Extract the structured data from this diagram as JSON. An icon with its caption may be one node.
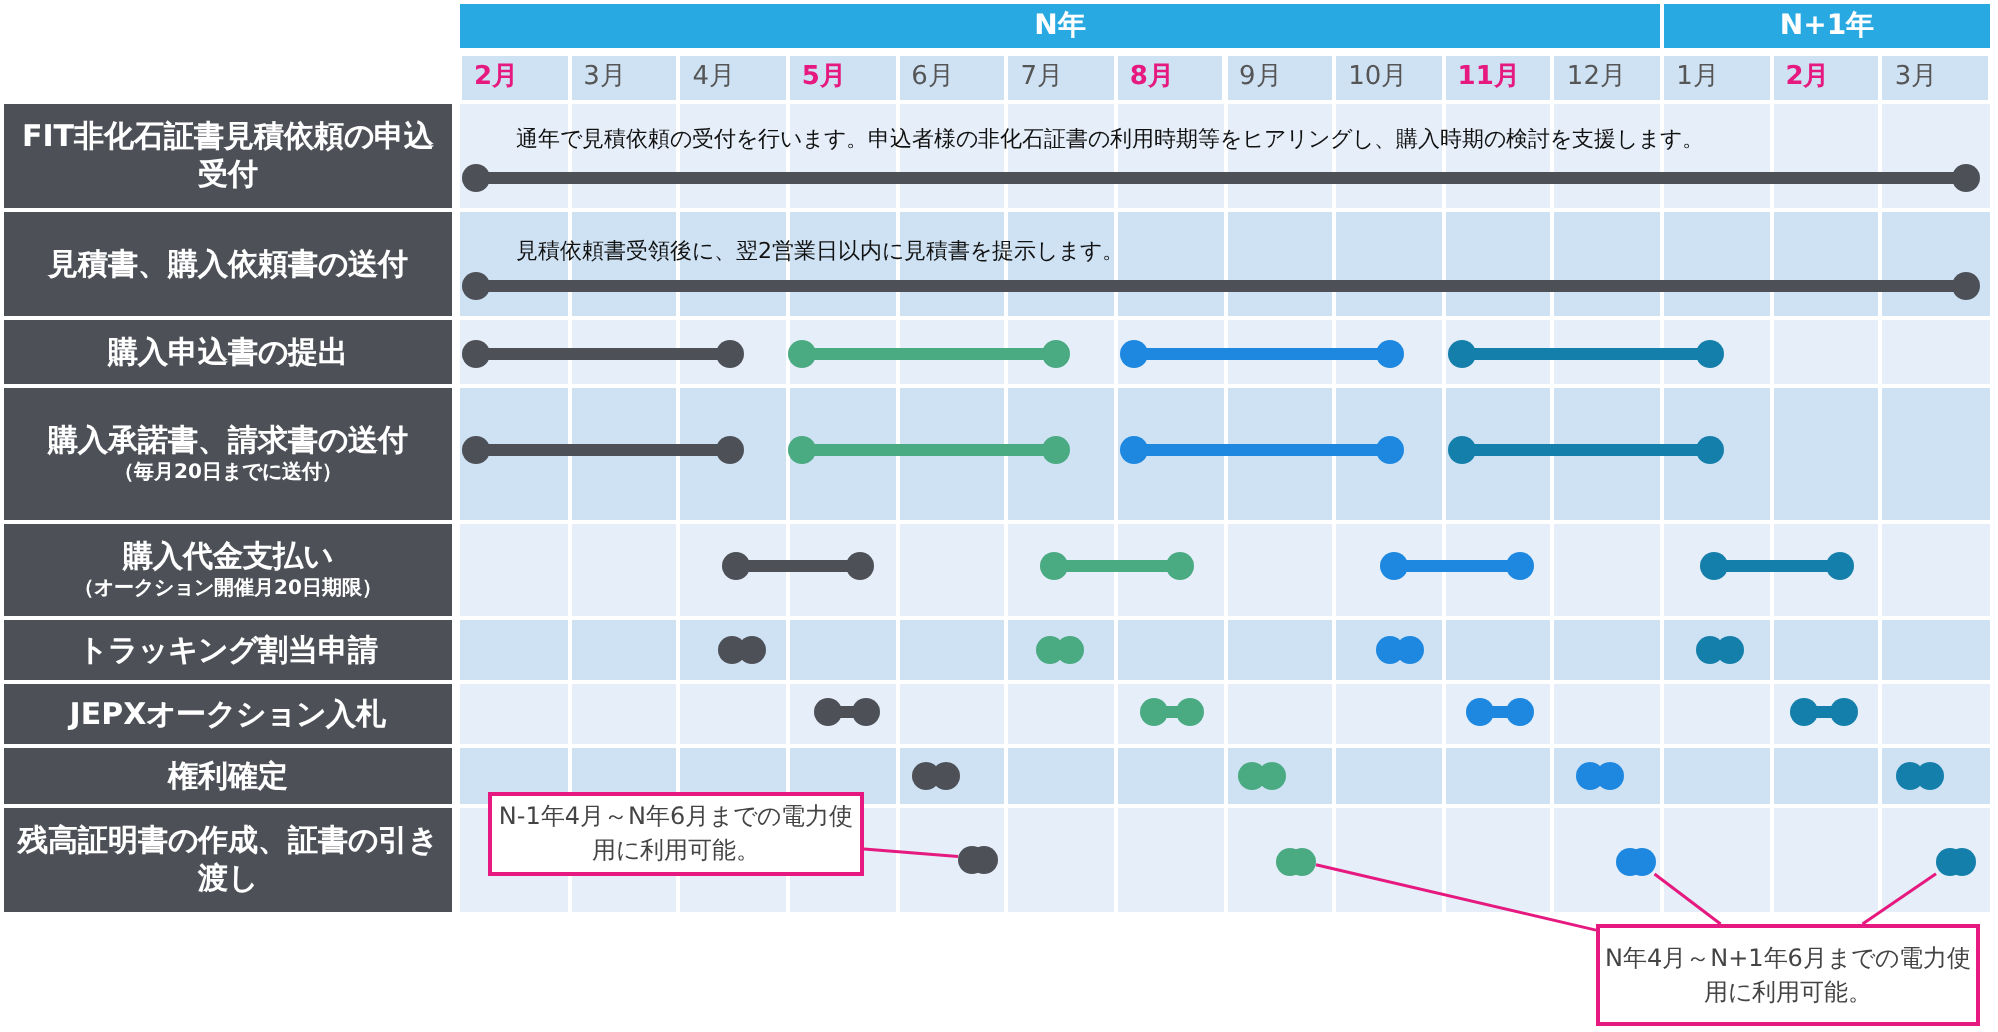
{
  "diagram": {
    "nodes": [
      {
        "text": [
          "N年"
        ]
      },
      {
        "text": [
          "N+1年"
        ]
      },
      {
        "text": [
          "FIT非化石証書見積依頼の申込受付"
        ]
      },
      {
        "text": [
          "見積書、購入依頼書の送付"
        ]
      },
      {
        "text": [
          "購入申込書の提出"
        ]
      },
      {
        "text": [
          "購入承諾書、請求書の送付",
          "（毎月20日までに送付）"
        ]
      },
      {
        "text": [
          "購入代金支払い",
          "（オークション開催月20日期限）"
        ]
      },
      {
        "text": [
          "トラッキング割当申請"
        ]
      },
      {
        "text": [
          "JEPXオークション入札"
        ]
      },
      {
        "text": [
          "権利確定"
        ]
      },
      {
        "text": [
          "残高証明書の作成、証書の引き渡し"
        ]
      },
      {
        "text": [
          "N-1年4月～N年6月までの電力使用に利用可能。"
        ]
      },
      {
        "text": [
          "N年4月～N+1年6月までの電力使用に利用可能。"
        ]
      },
      {
        "text": [],
        "shape": "circle"
      },
      {
        "text": [],
        "shape": "circle"
      },
      {
        "text": [],
        "shape": "circle"
      },
      {
        "text": [],
        "shape": "circle"
      },
      {
        "text": [],
        "shape": "bar"
      },
      {
        "text": [],
        "shape": "bar"
      },
      {
        "text": [],
        "shape": "bar"
      },
      {
        "text": [],
        "shape": "bar"
      },
      {
        "text": [],
        "shape": "bar"
      },
      {
        "text": [],
        "shape": "bar"
      },
      {
        "text": [],
        "shape": "bar"
      },
      {
        "text": [],
        "shape": "bar"
      },
      {
        "text": [],
        "shape": "bar"
      },
      {
        "text": [],
        "shape": "bar"
      },
      {
        "text": [],
        "shape": "bar"
      },
      {
        "text": [],
        "shape": "bar"
      },
      {
        "text": [],
        "shape": "bar"
      },
      {
        "text": [],
        "shape": "bar"
      },
      {
        "text": [],
        "shape": "bar"
      },
      {
        "text": [],
        "shape": "bar"
      },
      {
        "text": [],
        "shape": "bar"
      },
      {
        "text": [],
        "shape": "bar"
      },
      {
        "text": [],
        "shape": "bar"
      },
      {
        "text": [],
        "shape": "bar"
      },
      {
        "text": [],
        "shape": "bar"
      },
      {
        "text": [],
        "shape": "bar"
      },
      {
        "text": [],
        "shape": "bar"
      },
      {
        "text": [],
        "shape": "bar"
      },
      {
        "text": [],
        "shape": "bar"
      },
      {
        "text": [],
        "shape": "bar"
      }
    ],
    "edges": [
      {
        "from": 11,
        "to": 13,
        "arrow": "none"
      },
      {
        "from": 12,
        "to": 14,
        "arrow": "none"
      },
      {
        "from": 12,
        "to": 15,
        "arrow": "none"
      },
      {
        "from": 12,
        "to": 16,
        "arrow": "none"
      }
    ],
    "labels": [
      "2月",
      "3月",
      "4月",
      "5月",
      "6月",
      "7月",
      "8月",
      "9月",
      "10月",
      "11月",
      "12月",
      "1月",
      "2月",
      "3月",
      "通年で見積依頼の受付を行います。申込者様の非化石証書の利用時期等をヒアリングし、購入時期の検討を支援します。",
      "見積依頼書受領後に、翌2営業日以内に見積書を提示します。"
    ]
  }
}
